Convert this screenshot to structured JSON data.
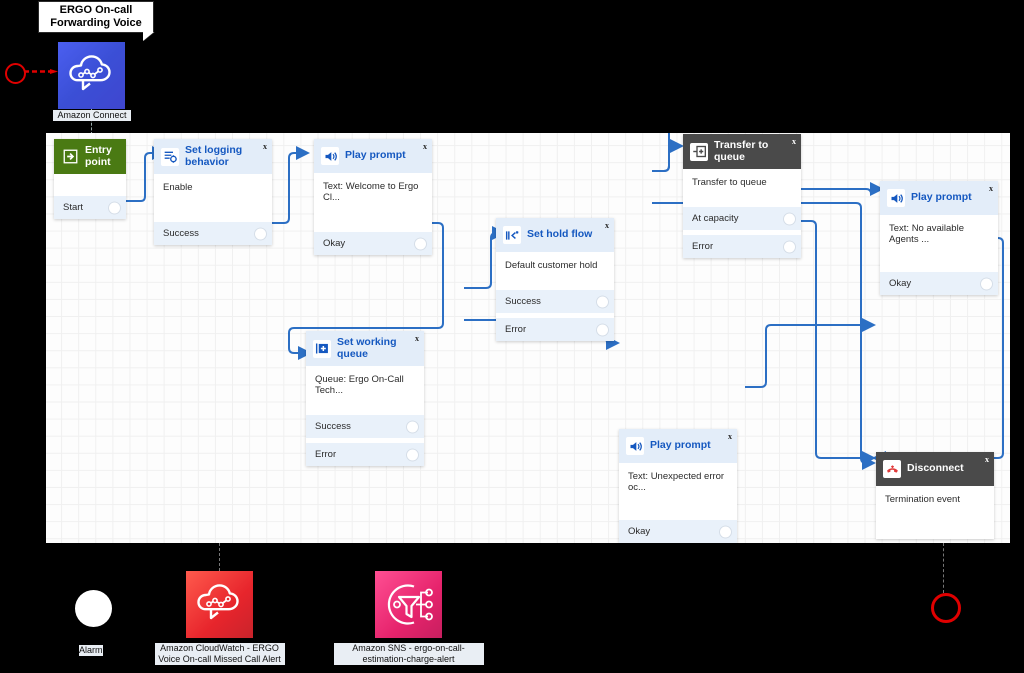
{
  "diagram": {
    "title": "ERGO On-call Forwarding Voice",
    "source_service": {
      "label": "Amazon Connect",
      "icon": "amazon-connect-icon",
      "color": "#4050e0"
    },
    "start_node": {
      "icon": "start-circle-icon",
      "color": "#e00000"
    }
  },
  "flow": {
    "nodes": [
      {
        "id": "entry-point",
        "title": "Entry point",
        "icon": "entry-arrow-icon",
        "header_style": "green",
        "body": "",
        "closable": false,
        "ports": [
          {
            "label": "Start"
          }
        ]
      },
      {
        "id": "set-logging-behavior",
        "title": "Set logging behavior",
        "icon": "logging-settings-icon",
        "header_style": "blue",
        "body": "Enable",
        "close_label": "x",
        "closable": true,
        "ports": [
          {
            "label": "Success"
          }
        ]
      },
      {
        "id": "play-prompt-welcome",
        "title": "Play prompt",
        "icon": "speaker-icon",
        "header_style": "blue",
        "body": "Text: Welcome to Ergo Cl...",
        "close_label": "x",
        "closable": true,
        "ports": [
          {
            "label": "Okay"
          }
        ]
      },
      {
        "id": "set-hold-flow",
        "title": "Set hold flow",
        "icon": "hold-flow-icon",
        "header_style": "blue",
        "body": "Default customer hold",
        "close_label": "x",
        "closable": true,
        "ports": [
          {
            "label": "Success"
          },
          {
            "label": "Error"
          }
        ]
      },
      {
        "id": "set-working-queue",
        "title": "Set working queue",
        "icon": "add-queue-icon",
        "header_style": "blue",
        "body": "Queue: Ergo On-Call Tech...",
        "close_label": "x",
        "closable": true,
        "ports": [
          {
            "label": "Success"
          },
          {
            "label": "Error"
          }
        ]
      },
      {
        "id": "transfer-to-queue",
        "title": "Transfer to queue",
        "icon": "transfer-queue-icon",
        "header_style": "dark",
        "body": "Transfer to queue",
        "close_label": "x",
        "closable": true,
        "ports": [
          {
            "label": "At capacity"
          },
          {
            "label": "Error"
          }
        ]
      },
      {
        "id": "play-prompt-no-agents",
        "title": "Play prompt",
        "icon": "speaker-icon",
        "header_style": "blue",
        "body": "Text: No available Agents ...",
        "close_label": "x",
        "closable": true,
        "ports": [
          {
            "label": "Okay"
          }
        ]
      },
      {
        "id": "play-prompt-error",
        "title": "Play prompt",
        "icon": "speaker-icon",
        "header_style": "blue",
        "body": "Text: Unexpected error oc...",
        "close_label": "x",
        "closable": true,
        "ports": [
          {
            "label": "Okay"
          }
        ]
      },
      {
        "id": "disconnect",
        "title": "Disconnect",
        "icon": "disconnect-phone-icon",
        "header_style": "dark",
        "body": "Termination event",
        "close_label": "x",
        "closable": true,
        "ports": []
      }
    ]
  },
  "bottom_services": [
    {
      "id": "alarm",
      "label": "Alarm",
      "icon": "alarm-circle-icon",
      "color": "#ffffff"
    },
    {
      "id": "cloudwatch",
      "label": "Amazon CloudWatch - ERGO Voice On-call Missed Call Alert",
      "icon": "amazon-cloudwatch-icon",
      "color": "#e7252c"
    },
    {
      "id": "sns",
      "label": "Amazon SNS - ergo-on-call-estimation-charge-alert",
      "icon": "amazon-sns-icon",
      "color": "#e6236c"
    },
    {
      "id": "end-marker",
      "label": "",
      "icon": "end-circle-icon",
      "color": "#e00000"
    }
  ],
  "colors": {
    "accent_blue": "#1558c0",
    "wire": "#2c6fc4",
    "entry_green": "#4a7a13",
    "dark_header": "#4a4a4a",
    "canvas": "#fdfdfd"
  }
}
